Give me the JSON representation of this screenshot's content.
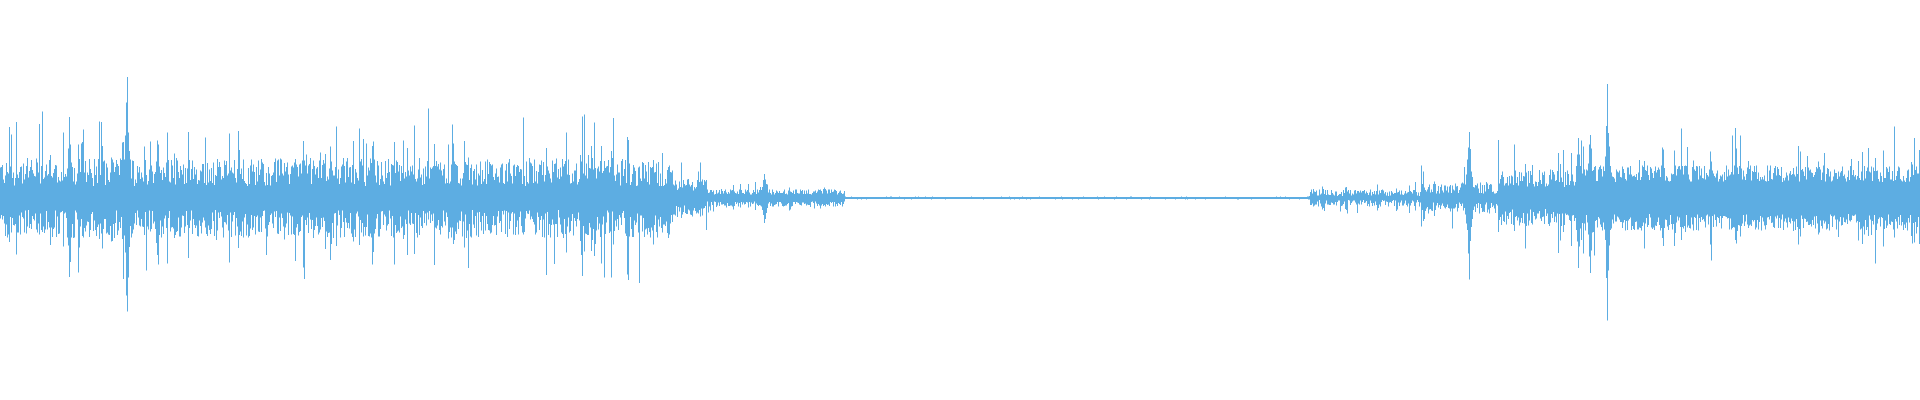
{
  "waveform": {
    "color": "#5DADE2",
    "background": "#ffffff",
    "segments": [
      {
        "start": 0.0,
        "end": 0.35,
        "level": 0.16,
        "variation": 0.55
      },
      {
        "start": 0.35,
        "end": 0.368,
        "level": 0.08,
        "variation": 0.45
      },
      {
        "start": 0.368,
        "end": 0.44,
        "level": 0.035,
        "variation": 0.5
      },
      {
        "start": 0.44,
        "end": 0.682,
        "level": 0.004,
        "variation": 0.2
      },
      {
        "start": 0.682,
        "end": 0.74,
        "level": 0.03,
        "variation": 0.7
      },
      {
        "start": 0.74,
        "end": 0.78,
        "level": 0.06,
        "variation": 0.6
      },
      {
        "start": 0.78,
        "end": 0.82,
        "level": 0.12,
        "variation": 0.45
      },
      {
        "start": 0.82,
        "end": 1.0,
        "level": 0.15,
        "variation": 0.35
      }
    ],
    "spikes": [
      {
        "at": 0.003,
        "level": 0.2
      },
      {
        "at": 0.026,
        "level": 0.28
      },
      {
        "at": 0.036,
        "level": 0.55
      },
      {
        "at": 0.041,
        "level": 0.34
      },
      {
        "at": 0.053,
        "level": 0.36
      },
      {
        "at": 0.058,
        "level": 0.36
      },
      {
        "at": 0.066,
        "level": 0.88
      },
      {
        "at": 0.082,
        "level": 0.5
      },
      {
        "at": 0.094,
        "level": 0.22
      },
      {
        "at": 0.124,
        "level": 0.3
      },
      {
        "at": 0.148,
        "level": 0.3
      },
      {
        "at": 0.172,
        "level": 0.4
      },
      {
        "at": 0.194,
        "level": 0.48
      },
      {
        "at": 0.207,
        "level": 0.26
      },
      {
        "at": 0.236,
        "level": 0.36
      },
      {
        "at": 0.255,
        "level": 0.32
      },
      {
        "at": 0.308,
        "level": 0.38
      },
      {
        "at": 0.34,
        "level": 0.3
      },
      {
        "at": 0.348,
        "level": 0.24
      },
      {
        "at": 0.398,
        "level": 0.2
      },
      {
        "at": 0.427,
        "level": 0.07
      },
      {
        "at": 0.684,
        "level": 0.06
      },
      {
        "at": 0.765,
        "level": 0.55
      },
      {
        "at": 0.822,
        "level": 0.5
      },
      {
        "at": 0.828,
        "level": 0.58
      },
      {
        "at": 0.837,
        "level": 0.8
      },
      {
        "at": 0.866,
        "level": 0.36
      },
      {
        "at": 0.872,
        "level": 0.34
      },
      {
        "at": 0.947,
        "level": 0.28
      },
      {
        "at": 0.998,
        "level": 0.26
      }
    ]
  }
}
